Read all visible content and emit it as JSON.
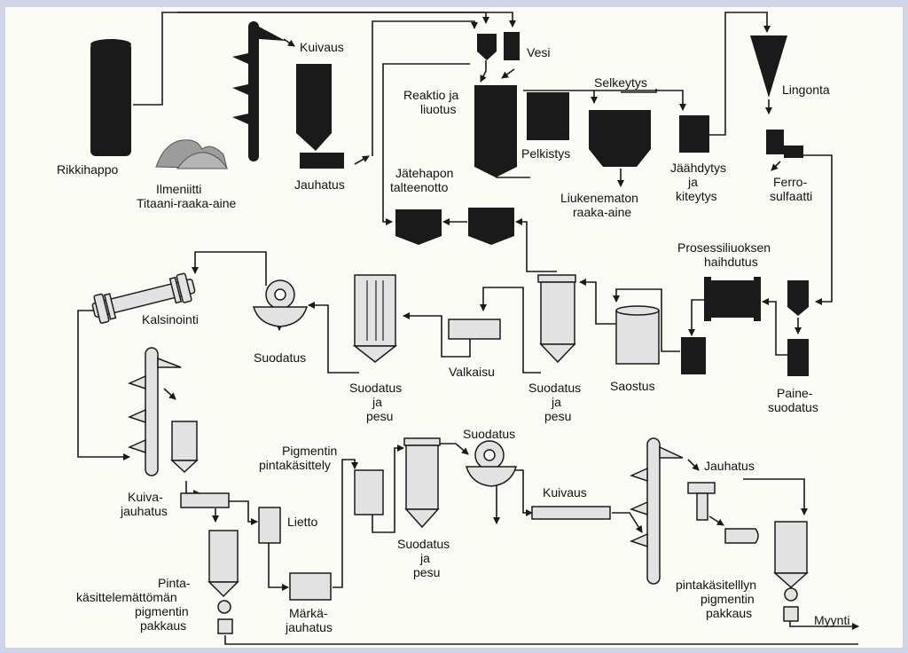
{
  "labels": {
    "rikkihappo": "Rikkihappo",
    "ilmeniitti": "Ilmeniitti",
    "titaani": "Titaani-raaka-aine",
    "kuivaus_top": "Kuivaus",
    "jauhatus_top": "Jauhatus",
    "vesi": "Vesi",
    "reaktio1": "Reaktio ja",
    "reaktio2": "liuotus",
    "selkeytys": "Selkeytys",
    "pelkistys": "Pelkistys",
    "liukenematon1": "Liukenematon",
    "liukenematon2": "raaka-aine",
    "jaahdytys1": "Jäähdytys",
    "jaahdytys2": "ja",
    "jaahdytys3": "kiteytys",
    "lingonta": "Lingonta",
    "ferro1": "Ferro-",
    "ferro2": "sulfaatti",
    "jatehapon1": "Jätehapon",
    "jatehapon2": "talteenotto",
    "prosessi1": "Prosessiliuoksen",
    "prosessi2": "haihdutus",
    "kalsinointi": "Kalsinointi",
    "suodatus_a": "Suodatus",
    "sjp1_1": "Suodatus",
    "sjp1_2": "ja",
    "sjp1_3": "pesu",
    "valkaisu": "Valkaisu",
    "sjp2_1": "Suodatus",
    "sjp2_2": "ja",
    "sjp2_3": "pesu",
    "saostus": "Saostus",
    "paine1": "Paine-",
    "paine2": "suodatus",
    "kuiva1": "Kuiva-",
    "kuiva2": "jauhatus",
    "pigmentin1": "Pigmentin",
    "pigmentin2": "pintakäsittely",
    "suodatus_b": "Suodatus",
    "lietto": "Lietto",
    "sjp3_1": "Suodatus",
    "sjp3_2": "ja",
    "sjp3_3": "pesu",
    "kuivaus_b": "Kuivaus",
    "jauhatus_b": "Jauhatus",
    "marka1": "Märkä-",
    "marka2": "jauhatus",
    "pinta1": "Pinta-",
    "pinta2": "käsittelemättömän",
    "pinta3": "pigmentin",
    "pinta4": "pakkaus",
    "pk1": "pintakäsitelllyn",
    "pk2": "pigmentin",
    "pk3": "pakkaus",
    "myynti": "Myynti"
  }
}
